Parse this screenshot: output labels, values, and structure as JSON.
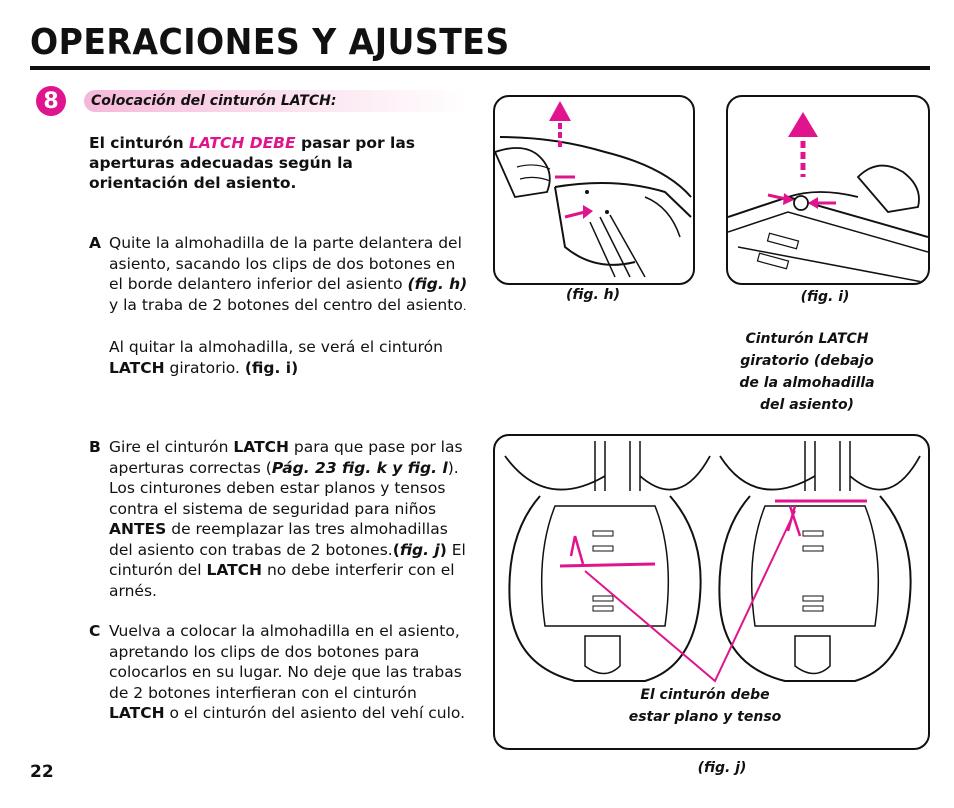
{
  "page": {
    "title": "OPERACIONES Y AJUSTES",
    "page_number": "22"
  },
  "section": {
    "number": "8",
    "heading": "Colocación del cinturón LATCH:"
  },
  "intro": {
    "lead": "El cinturón ",
    "highlight": "LATCH DEBE",
    "rest": " pasar por las aperturas adecuadas según la orientación del asiento."
  },
  "step_a": {
    "letter": "A",
    "t1": "Quite la almohadilla de la parte delantera del asiento, sacando los clips de dos botones en el borde delantero inferior del asiento ",
    "fig1": "(fig. h)",
    "t2": " y la traba de 2 botones del centro del asiento",
    "t3": ".",
    "p2_t1": "Al quitar la almohadilla, se verá el cinturón ",
    "p2_latch": "LATCH",
    "p2_t2": " giratorio. ",
    "p2_fig": "(fig. i)"
  },
  "step_b": {
    "letter": "B",
    "t1": "Gire el cinturón ",
    "latch1": "LATCH",
    "t2": " para que pase por las aperturas correctas (",
    "ref": "Pág. 23 fig. k y fig. l",
    "t3": "). Los cinturones deben estar planos y tensos contra el sistema de seguridad para niños ",
    "antes": "ANTES",
    "t4": " de reemplazar las tres almohadillas del asiento con trabas de 2 botones.",
    "paren_open": "(",
    "fig": "fig. j",
    "paren_close": ")",
    "t5": " El cinturón del ",
    "latch2": "LATCH",
    "t6": " no debe interferir con el arnés."
  },
  "step_c": {
    "letter": "C",
    "t1": "Vuelva a colocar la almohadilla en el asiento, apretando los clips de dos botones para colocarlos en su lugar. No deje que las trabas de 2 botones interfieran con el cinturón ",
    "latch": "LATCH",
    "t2": " o el cinturón del asiento del vehí culo."
  },
  "figures": {
    "h_caption": "(fig. h)",
    "i_caption": "(fig. i)",
    "i_callout": [
      "Cinturón LATCH",
      "giratorio (debajo",
      "de la almohadilla",
      "del asiento)"
    ],
    "j_callout": [
      "El cinturón debe",
      "estar plano y tenso"
    ],
    "j_caption": "(fig. j)"
  },
  "colors": {
    "accent": "#e0148c",
    "text": "#111111"
  }
}
